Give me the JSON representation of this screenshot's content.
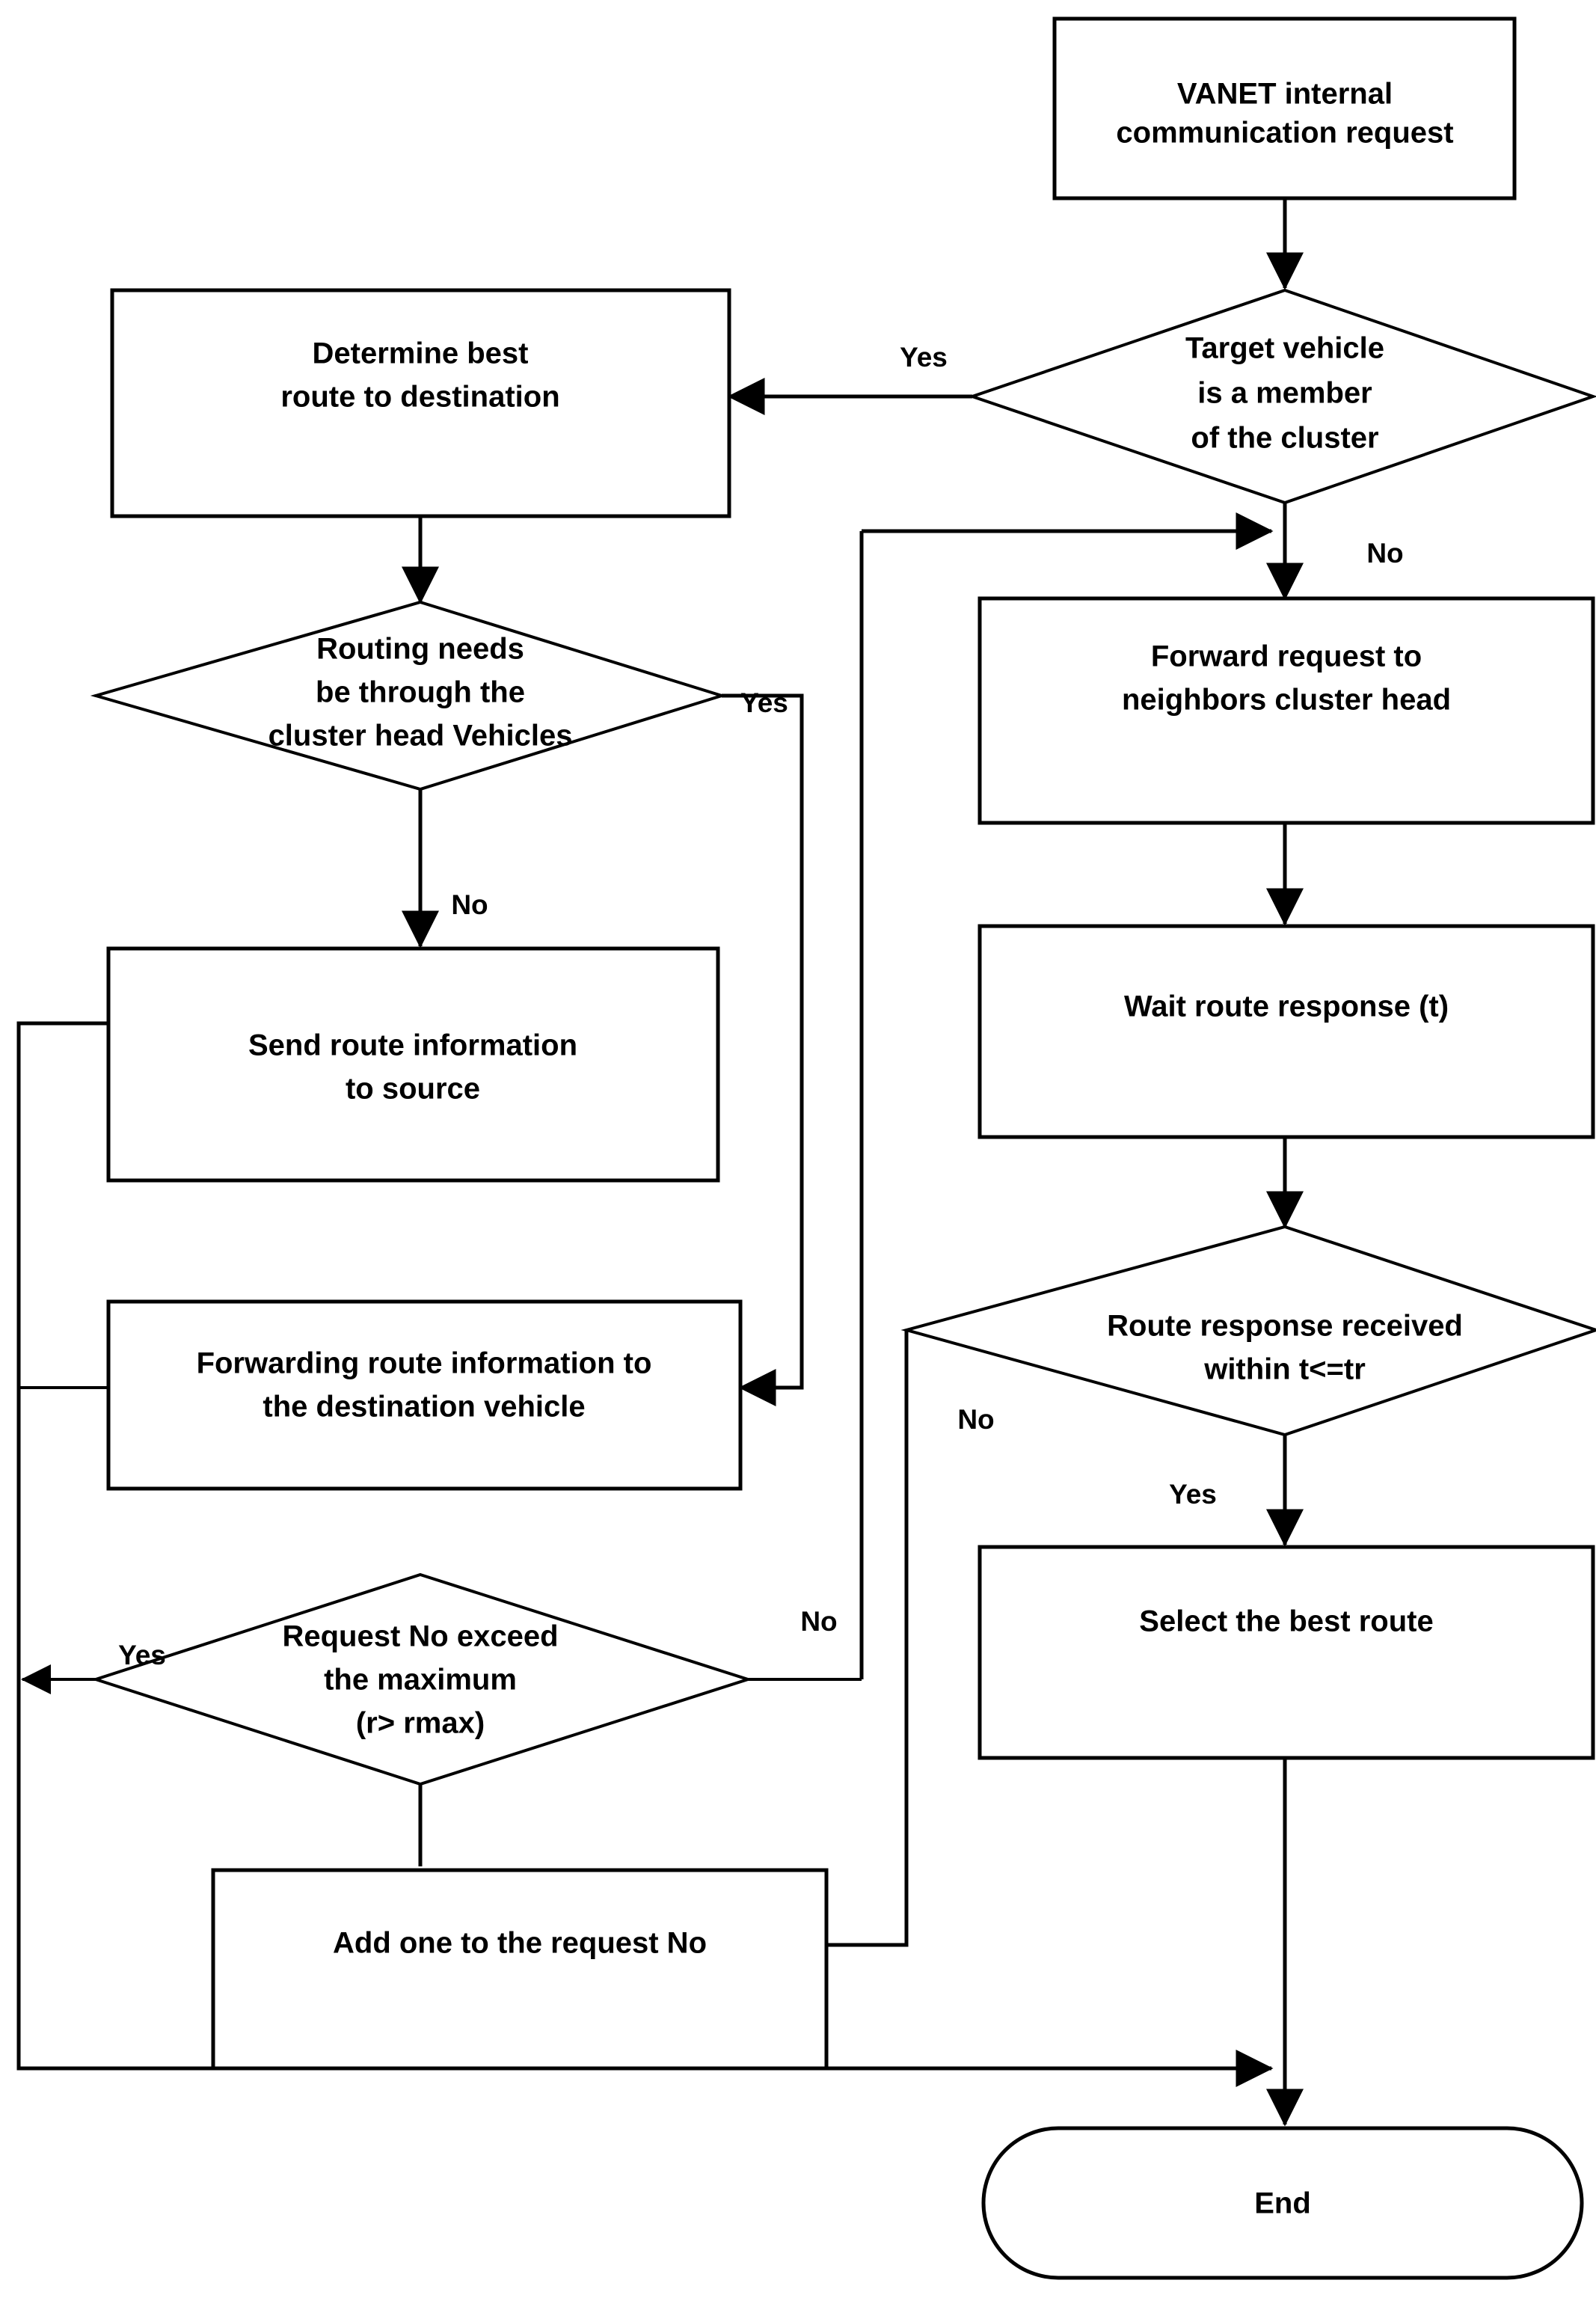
{
  "diagram": {
    "title": "VANET internal communication routing flowchart",
    "type": "flowchart",
    "colors": {
      "background": "#ffffff",
      "stroke": "#000000",
      "text": "#000000"
    }
  },
  "nodes": {
    "start": {
      "shape": "process",
      "line1": "VANET internal",
      "line2": "communication request"
    },
    "target_member": {
      "shape": "decision",
      "line1": "Target vehicle",
      "line2": "is a member",
      "line3": "of the cluster"
    },
    "determine_best_route": {
      "shape": "process",
      "line1": "Determine best",
      "line2": "route to destination"
    },
    "routing_through_ch": {
      "shape": "decision",
      "line1": "Routing needs",
      "line2": "be through the",
      "line3": "cluster head Vehicles"
    },
    "send_route_info": {
      "shape": "process",
      "line1": "Send route information",
      "line2": "to source"
    },
    "forward_route_info": {
      "shape": "process",
      "line1": "Forwarding route information to",
      "line2": "the destination vehicle"
    },
    "forward_request": {
      "shape": "process",
      "line1": "Forward request to",
      "line2": "neighbors cluster head"
    },
    "wait_route_response": {
      "shape": "process",
      "line1": "Wait route response (t)"
    },
    "route_response_received": {
      "shape": "decision",
      "line1": "Route response received",
      "line2": "within t<=tr"
    },
    "select_best_route": {
      "shape": "process",
      "line1": "Select the best route"
    },
    "request_no_exceed": {
      "shape": "decision",
      "line1": "Request No exceed",
      "line2": "the maximum",
      "line3": "(r> rmax)"
    },
    "add_one_request": {
      "shape": "process",
      "line1": "Add one to the request No"
    },
    "end": {
      "shape": "terminator",
      "line1": "End"
    }
  },
  "edge_labels": {
    "target_member_yes": "Yes",
    "target_member_no": "No",
    "routing_through_ch_yes": "Yes",
    "routing_through_ch_no": "No",
    "route_response_no": "No",
    "route_response_yes": "Yes",
    "request_no_exceed_yes": "Yes",
    "request_no_exceed_no": "No"
  }
}
